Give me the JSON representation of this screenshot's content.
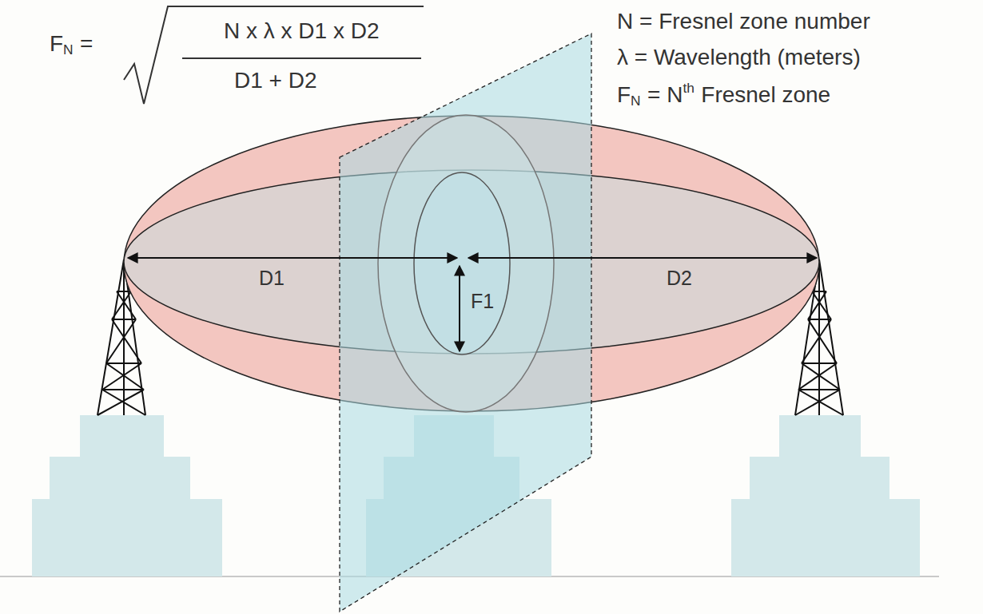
{
  "diagram": {
    "labels": [
      "F",
      "N",
      "=",
      "N x λ x D1 x D2",
      "D1 + D2",
      "N = Fresnel zone number",
      "λ = Wavelength (meters)",
      "F",
      "N",
      "= N",
      "th",
      "Fresnel zone",
      "D1",
      "D2",
      "F1"
    ]
  }
}
